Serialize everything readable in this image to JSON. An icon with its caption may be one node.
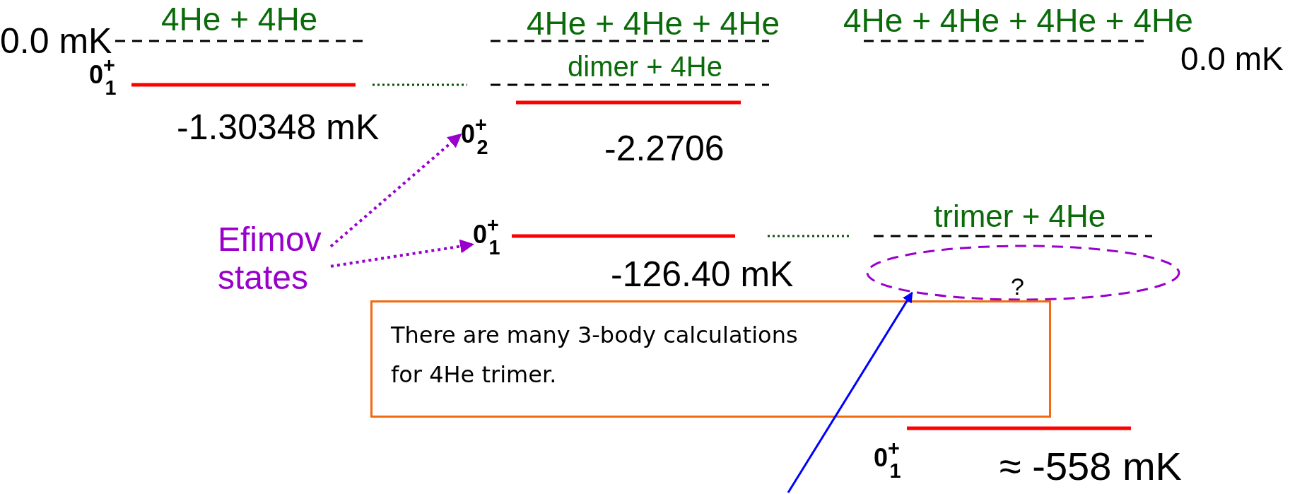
{
  "diagram": {
    "nodes": [
      {
        "text": [
          "0$^{+}$$_{2}$"
        ]
      },
      {
        "text": [
          "Efimov states"
        ]
      },
      {
        "text": [
          "0$^{+}$$_{1}$"
        ]
      },
      {
        "text": [
          "?"
        ]
      },
      {
        "text": [
          "There are many 3-body calculations for 4He trimer."
        ]
      }
    ],
    "edges": [
      {
        "from": 1,
        "to": 0,
        "arrow": "to",
        "style": "dashed",
        "color": "#9900cc"
      },
      {
        "from": 1,
        "to": 2,
        "arrow": "to",
        "style": "dashed",
        "color": "#9900cc"
      },
      {
        "from": null,
        "to": 3,
        "arrow": "to",
        "color": "#0000ff"
      }
    ],
    "labels": [
      "4He + 4He",
      "4He + 4He + 4He",
      "4He + 4He + 4He + 4He",
      "0.0 mK",
      "dimer + 4He",
      "0.0 mK",
      "0$^{+}$$_{1}$",
      "-1.30348 mK",
      "-2.2706",
      "trimer + 4He",
      "-126.40 mK",
      "0$^{+}$$_{1}$",
      "≈ -558 mK"
    ]
  }
}
